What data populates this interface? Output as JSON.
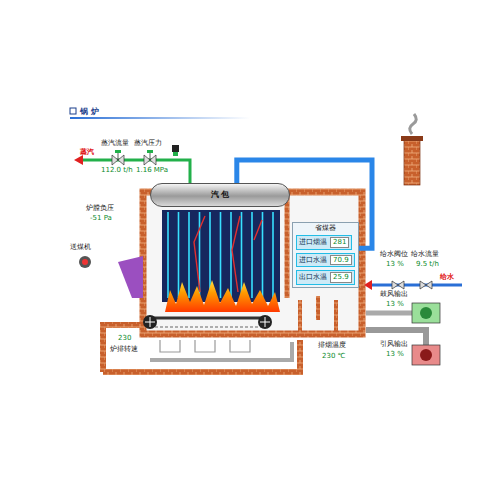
{
  "diagram": {
    "title": "锅 炉",
    "nodes": [
      {
        "text": [
          "汽 包"
        ]
      },
      {
        "text": [
          "省煤器"
        ]
      },
      {
        "text": [
          "进口烟温",
          "281"
        ],
        "in": 1
      },
      {
        "text": [
          "进口水温",
          "70.9"
        ],
        "in": 1
      },
      {
        "text": [
          "出口水温",
          "25.9"
        ],
        "in": 1
      }
    ],
    "edges": [
      {
        "from": 1,
        "to": 0,
        "arrow": "none"
      }
    ],
    "labels": [
      "蒸汽",
      "蒸汽流量",
      "112.0 t/h",
      "蒸汽压力",
      "1.16 MPa",
      "炉膛负压",
      "-51 Pa",
      "送煤机",
      "给水阀位",
      "13 %",
      "给水流量",
      "9.5 t/h",
      "给水",
      "鼓风输出",
      "13 %",
      "引风输出",
      "13 %",
      "排烟温度",
      "230 ℃",
      "230",
      "炉排转速"
    ]
  }
}
